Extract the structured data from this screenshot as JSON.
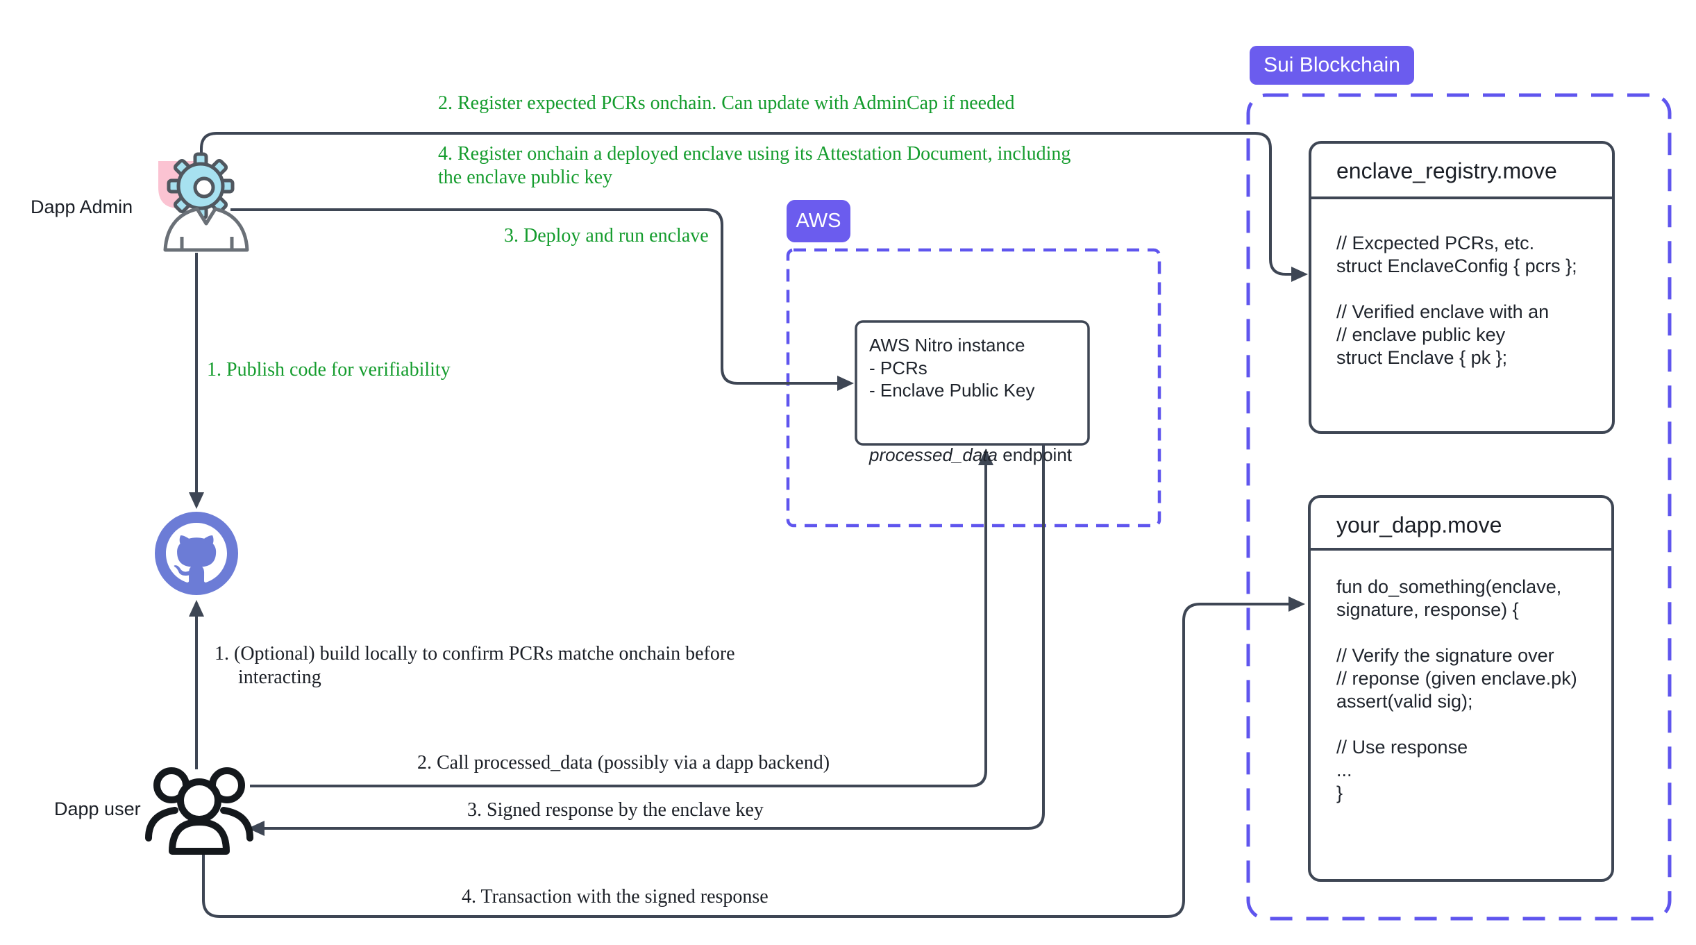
{
  "sui": {
    "badge": "Sui Blockchain"
  },
  "aws": {
    "badge": "AWS"
  },
  "actors": {
    "admin_label": "Dapp Admin",
    "user_label": "Dapp user"
  },
  "annotations": {
    "register_pcrs": "2. Register expected PCRs onchain. Can update with AdminCap if needed",
    "register_enclave": "4. Register onchain a deployed enclave using its Attestation Document, including the enclave public key",
    "deploy": "3. Deploy and run enclave",
    "publish": "1. Publish code for verifiability",
    "build_locally": "1. (Optional) build locally to confirm PCRs matche onchain before interacting",
    "call_endpoint": "2. Call processed_data (possibly via a dapp backend)",
    "signed_response": "3. Signed response by the enclave key",
    "transaction": "4. Transaction with the signed response"
  },
  "boxes": {
    "enclave_registry": {
      "title": "enclave_registry.move",
      "code": "// Excpected PCRs, etc.\nstruct EnclaveConfig { pcrs };\n\n// Verified enclave with an\n// enclave public key\nstruct Enclave { pk };"
    },
    "your_dapp": {
      "title": "your_dapp.move",
      "code": "fun do_something(enclave,\nsignature, response) {\n\n  // Verify the signature over\n  // reponse (given enclave.pk)\n  assert(valid sig);\n\n  // Use response\n  ...\n}"
    },
    "nitro": {
      "items": "AWS Nitro instance\n- PCRs\n- Enclave Public Key",
      "endpoint_italic": "processed_data",
      "endpoint_rest": " endpoint"
    }
  },
  "colors": {
    "accent_purple": "#6b5cee",
    "dash_purple": "#5f55ee",
    "github_blue": "#6c7cd6",
    "line_dark": "#3e4654",
    "annotation_green": "#149c2d",
    "pink": "#fbc3d2",
    "gear_cyan": "#a7e1f0"
  }
}
